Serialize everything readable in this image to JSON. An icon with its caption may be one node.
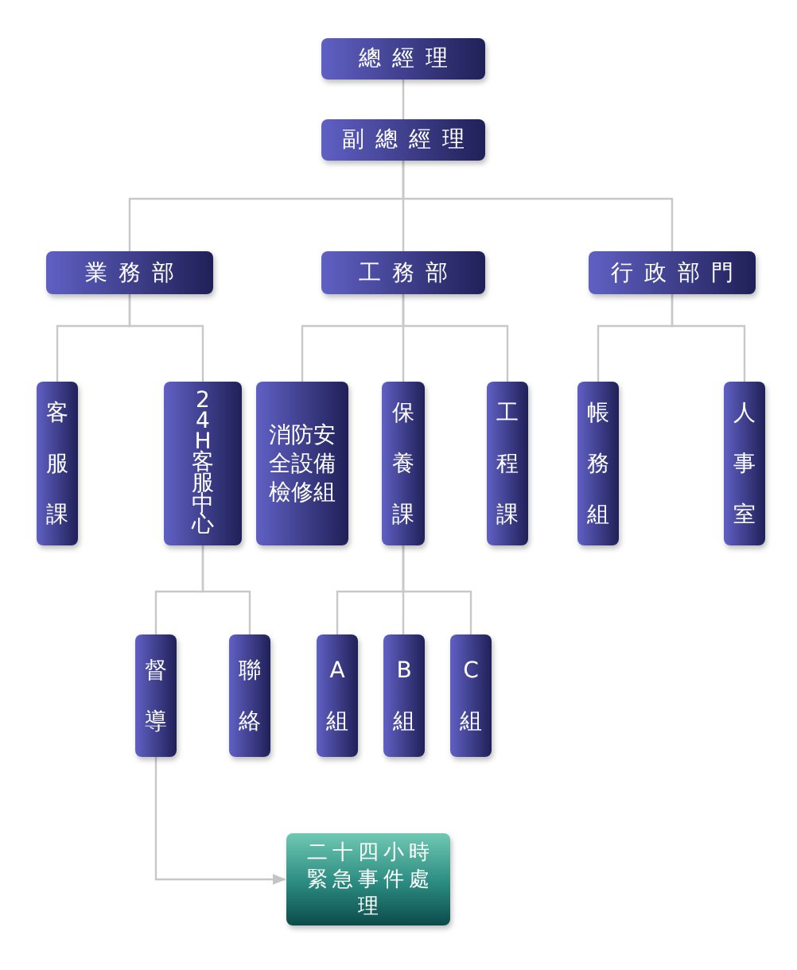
{
  "diagram": {
    "nodes": [
      {
        "text": [
          "總經理"
        ]
      },
      {
        "text": [
          "副總經理"
        ]
      },
      {
        "text": [
          "業務部"
        ]
      },
      {
        "text": [
          "工務部"
        ]
      },
      {
        "text": [
          "行政部門"
        ]
      },
      {
        "text": [
          "客服課"
        ]
      },
      {
        "text": [
          "24H客服中心"
        ]
      },
      {
        "text": [
          "消防安全設備檢修組"
        ]
      },
      {
        "text": [
          "保養課"
        ]
      },
      {
        "text": [
          "工程課"
        ]
      },
      {
        "text": [
          "帳務組"
        ]
      },
      {
        "text": [
          "人事室"
        ]
      },
      {
        "text": [
          "督導"
        ]
      },
      {
        "text": [
          "聯絡"
        ]
      },
      {
        "text": [
          "A組"
        ]
      },
      {
        "text": [
          "B組"
        ]
      },
      {
        "text": [
          "C組"
        ]
      },
      {
        "text": [
          "二十四小時緊急事件處理"
        ]
      }
    ],
    "edges": [
      {
        "from": 0,
        "to": 1,
        "arrow": "none"
      },
      {
        "from": 1,
        "to": 2,
        "arrow": "none"
      },
      {
        "from": 1,
        "to": 3,
        "arrow": "none"
      },
      {
        "from": 1,
        "to": 4,
        "arrow": "none"
      },
      {
        "from": 2,
        "to": 5,
        "arrow": "none"
      },
      {
        "from": 2,
        "to": 6,
        "arrow": "none"
      },
      {
        "from": 3,
        "to": 7,
        "arrow": "none"
      },
      {
        "from": 3,
        "to": 8,
        "arrow": "none"
      },
      {
        "from": 3,
        "to": 9,
        "arrow": "none"
      },
      {
        "from": 4,
        "to": 10,
        "arrow": "none"
      },
      {
        "from": 4,
        "to": 11,
        "arrow": "none"
      },
      {
        "from": 6,
        "to": 12,
        "arrow": "none"
      },
      {
        "from": 6,
        "to": 13,
        "arrow": "none"
      },
      {
        "from": 8,
        "to": 14,
        "arrow": "none"
      },
      {
        "from": 8,
        "to": 15,
        "arrow": "none"
      },
      {
        "from": 8,
        "to": 16,
        "arrow": "none"
      },
      {
        "from": 12,
        "to": 17,
        "arrow": "to"
      }
    ]
  }
}
